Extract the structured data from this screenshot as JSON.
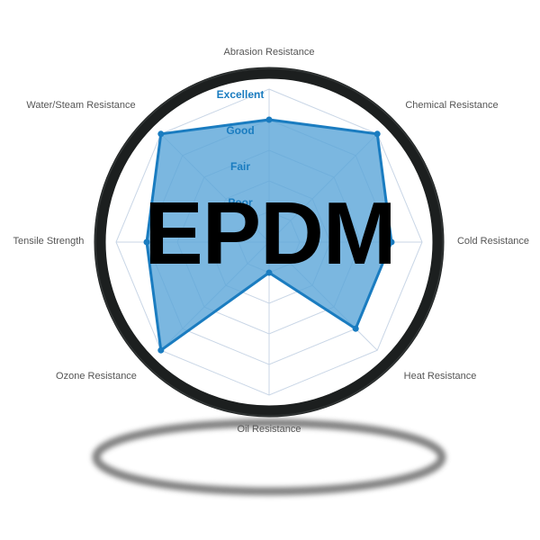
{
  "overlay_title": "EPDM",
  "colors": {
    "fill": "#5aa5d8",
    "stroke": "#1a7cc0",
    "grid": "#c9d6e6",
    "ring": "#1c1f1f",
    "level_text": "#1a7cc0",
    "axis_text": "#555555"
  },
  "chart_data": {
    "type": "radar",
    "title": "",
    "levels": [
      "Poor",
      "Fair",
      "Good",
      "Excellent"
    ],
    "axes": [
      "Abrasion Resistance",
      "Chemical Resistance",
      "Cold Resistance",
      "Heat Resistance",
      "Oil Resistance",
      "Ozone Resistance",
      "Tensile Strength",
      "Water/Steam Resistance"
    ],
    "series": [
      {
        "values": [
          4,
          5,
          4,
          4,
          1,
          5,
          4,
          5
        ]
      }
    ],
    "scale_max": 5,
    "grid": true
  }
}
